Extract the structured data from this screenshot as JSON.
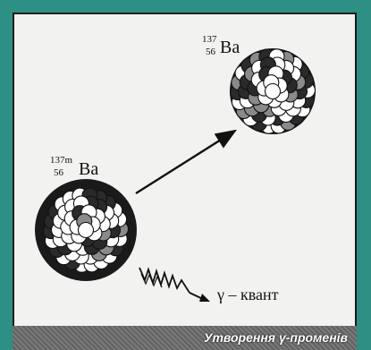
{
  "isotopes": {
    "product": {
      "mass": "137",
      "z": "56",
      "symbol": "Ba"
    },
    "excited": {
      "mass": "137m",
      "z": "56",
      "symbol": "Ba"
    }
  },
  "gamma_label": "γ – квант",
  "caption": "Утворення γ-променів",
  "colors": {
    "background": "#2e8f84",
    "panel": "#f2f2f0",
    "nucleon_light": "#ffffff",
    "nucleon_dark": "#2a2a2a",
    "nucleon_mid": "#8a8a8a"
  }
}
